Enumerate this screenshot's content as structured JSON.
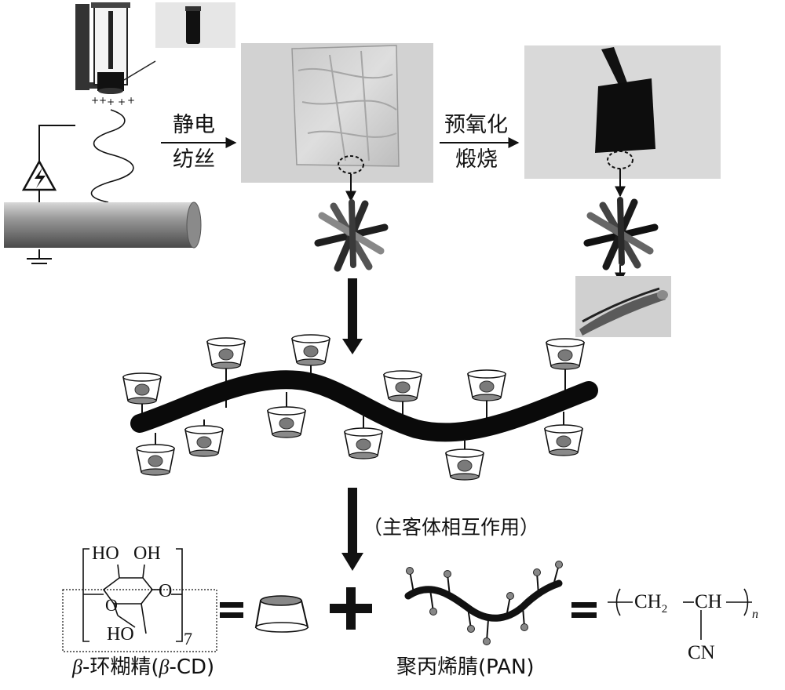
{
  "steps": {
    "electrospinning_line1": "静电",
    "electrospinning_line2": "纺丝",
    "preoxidation_line1": "预氧化",
    "preoxidation_line2": "煅烧"
  },
  "interaction_label": "（主客体相互作用）",
  "beta_cd": {
    "caption_greek": "β",
    "caption_rest": "-环糊精(",
    "caption_greek2": "β",
    "caption_tail": "-CD)",
    "ho_top1": "HO",
    "oh_top2": "OH",
    "o_bridge": "O",
    "o_ring": "O",
    "ho_bottom": "HO",
    "subscript_7": "7"
  },
  "pan": {
    "caption": "聚丙烯腈(PAN)",
    "ch2": "CH",
    "ch2_sub": "2",
    "ch": "CH",
    "cn": "CN",
    "n_sub": "n"
  },
  "operators": {
    "equals": "=",
    "plus": "+"
  }
}
